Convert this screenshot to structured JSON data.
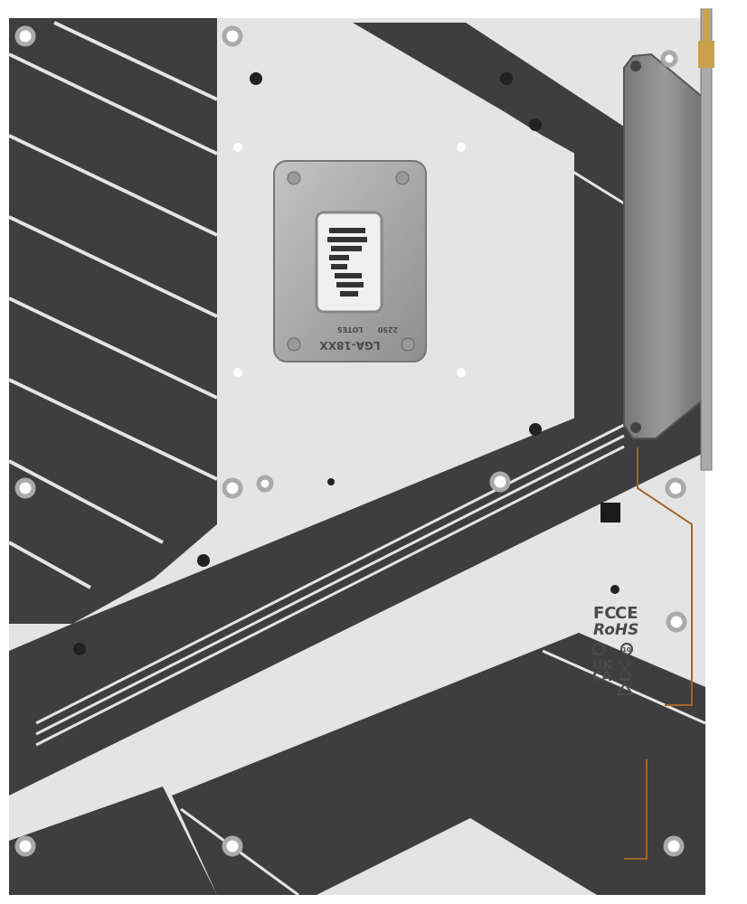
{
  "subject": "motherboard-rear-view",
  "colors": {
    "pcb_light": "#e4e4e4",
    "pcb_dark": "#3e3e3e",
    "heatsink": "#8c8c8c",
    "backplate": "#a9a9a9",
    "antenna": "#c9a14a",
    "trace_copper": "#a0652b"
  },
  "backplate": {
    "model_marking": "LGA-18XX",
    "maker_marking": "LOTES",
    "code_marking": "2250"
  },
  "certifications": {
    "fcc": "FC",
    "ce": "CE",
    "rohs": "RoHS",
    "ukca_line1": "UK",
    "ukca_line2": "CA",
    "recycle": "10"
  }
}
